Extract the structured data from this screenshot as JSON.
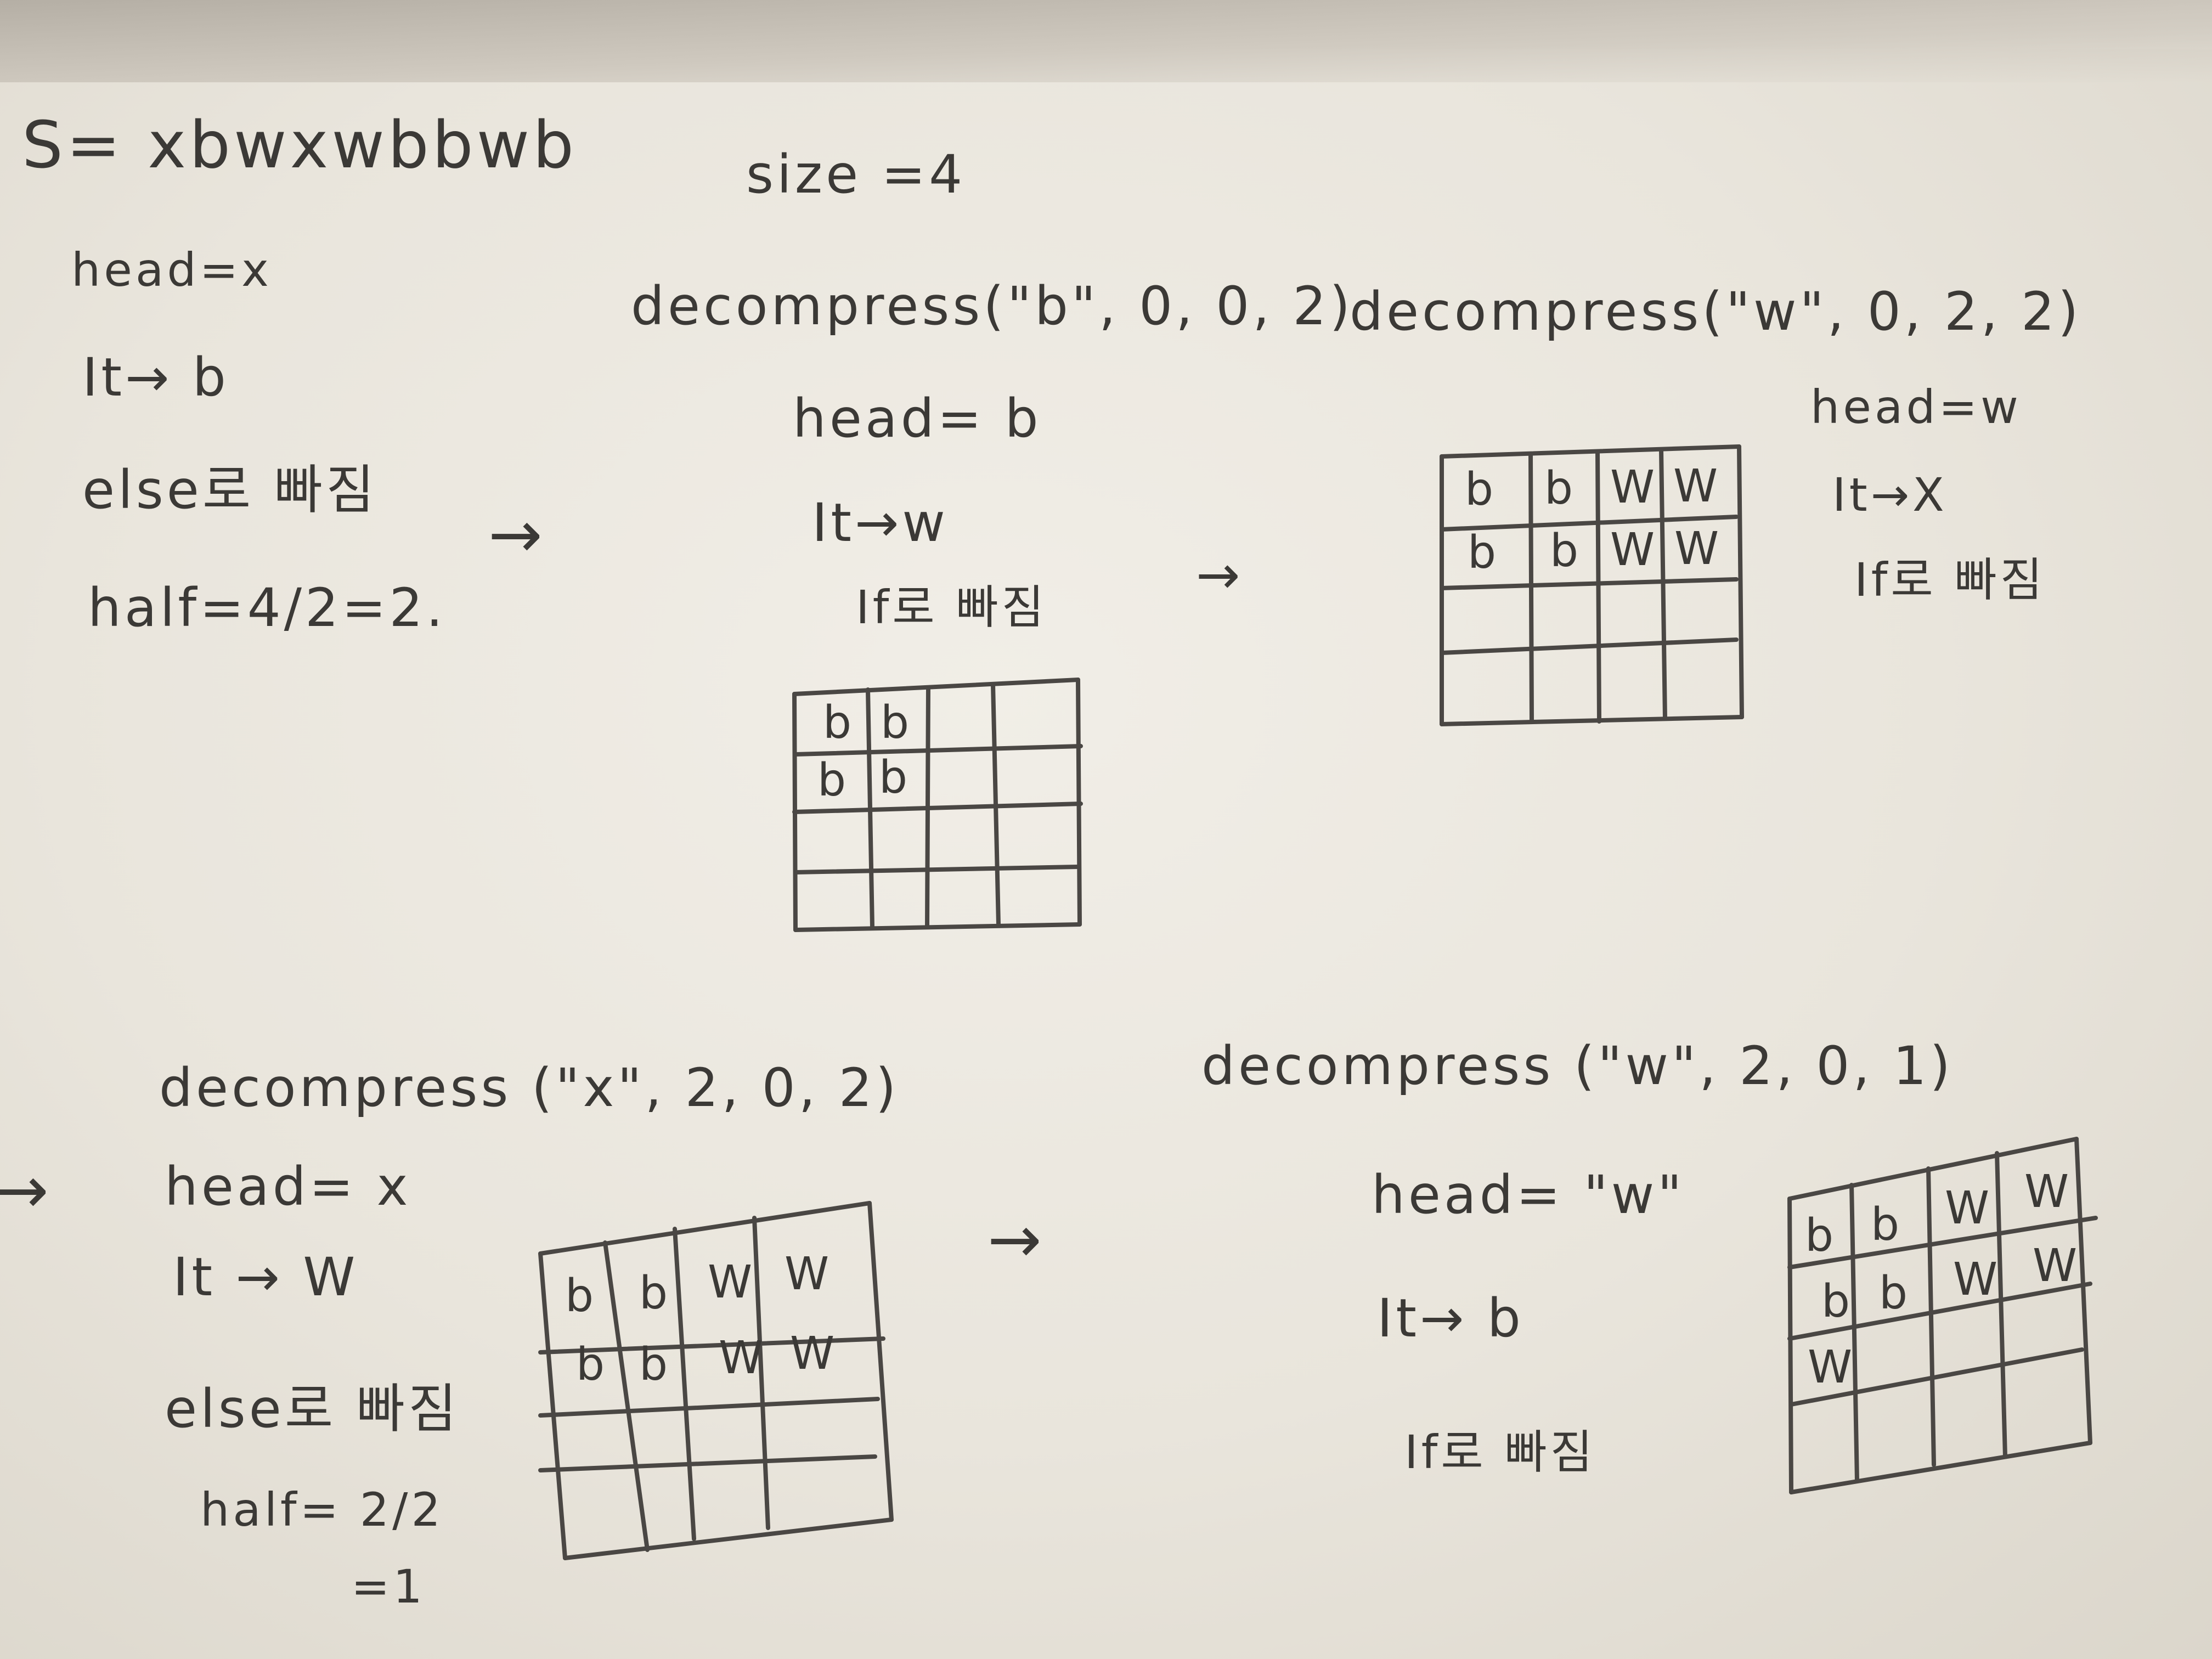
{
  "notes": {
    "s_string": "S= xbwxwbbwb",
    "size": "size =4",
    "step1": {
      "head": "head=x",
      "it": "It→ b",
      "else": "else로 빠짐",
      "half": "half=4/2=2."
    },
    "step2": {
      "call": "decompress(\"b\", 0, 0, 2)",
      "head": "head= b",
      "it": "It→w",
      "if": "If로 빠짐"
    },
    "step3": {
      "call": "decompress(\"w\", 0, 2, 2)",
      "head": "head=w",
      "it": "It→X",
      "if": "If로 빠짐"
    },
    "step4": {
      "call": "decompress (\"x\", 2, 0, 2)",
      "head": "head= x",
      "it": "It → W",
      "else": "else로 빠짐",
      "half": "half= 2/2",
      "half_result": "=1"
    },
    "step5": {
      "call": "decompress (\"w\", 2, 0, 1)",
      "head": "head= \"w\"",
      "it": "It→ b",
      "if": "If로 빠짐"
    }
  },
  "arrows": {
    "arrow_symbol": "→"
  },
  "grids": {
    "grid1": [
      [
        "b",
        "b",
        "",
        ""
      ],
      [
        "b",
        "b",
        "",
        ""
      ],
      [
        "",
        "",
        "",
        ""
      ],
      [
        "",
        "",
        "",
        ""
      ]
    ],
    "grid2": [
      [
        "b",
        "b",
        "W",
        "W"
      ],
      [
        "b",
        "b",
        "W",
        "W"
      ],
      [
        "",
        "",
        "",
        ""
      ],
      [
        "",
        "",
        "",
        ""
      ]
    ],
    "grid3": [
      [
        "b",
        "b",
        "W",
        "W"
      ],
      [
        "b",
        "b",
        "W",
        "W"
      ],
      [
        "",
        "",
        "",
        ""
      ],
      [
        "",
        "",
        "",
        ""
      ]
    ],
    "grid4": [
      [
        "b",
        "b",
        "W",
        "W"
      ],
      [
        "b",
        "b",
        "W",
        "W"
      ],
      [
        "W",
        "",
        "",
        ""
      ],
      [
        "",
        "",
        "",
        ""
      ]
    ]
  }
}
